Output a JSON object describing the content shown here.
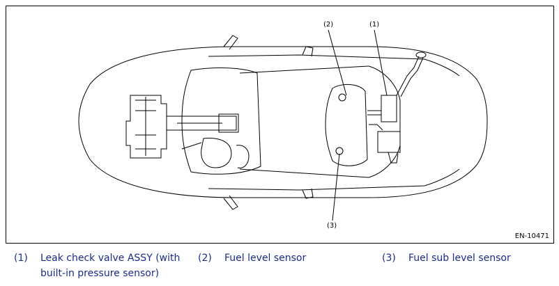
{
  "callouts": [
    "(1)",
    "(2)",
    "(3)"
  ],
  "figure_id": "EN-10471",
  "legend": [
    {
      "num": "(1)",
      "line1": "Leak check valve ASSY (with",
      "line2": "built-in pressure sensor)"
    },
    {
      "num": "(2)",
      "line1": "Fuel level sensor",
      "line2": ""
    },
    {
      "num": "(3)",
      "line1": "Fuel sub level sensor",
      "line2": ""
    }
  ],
  "colors": {
    "legend_text": "#1a2b8c",
    "line": "#000000"
  }
}
